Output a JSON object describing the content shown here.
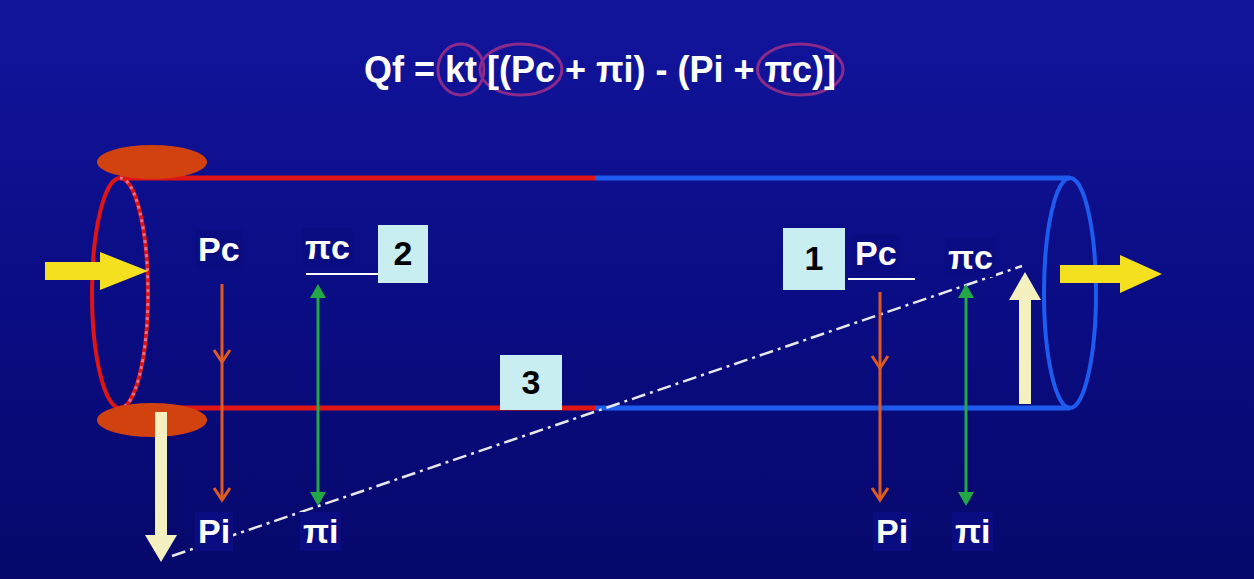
{
  "diagram": {
    "title": "Qf = kt [(Pc + πi) - (Pi + πc)]",
    "nodes": [
      {
        "text": [
          "2"
        ]
      },
      {
        "text": [
          "1"
        ]
      },
      {
        "text": [
          "3"
        ]
      }
    ],
    "labels": [
      "Pc",
      "πc",
      "Pc",
      "πc",
      "Pi",
      "πi",
      "Pi",
      "πi"
    ]
  }
}
